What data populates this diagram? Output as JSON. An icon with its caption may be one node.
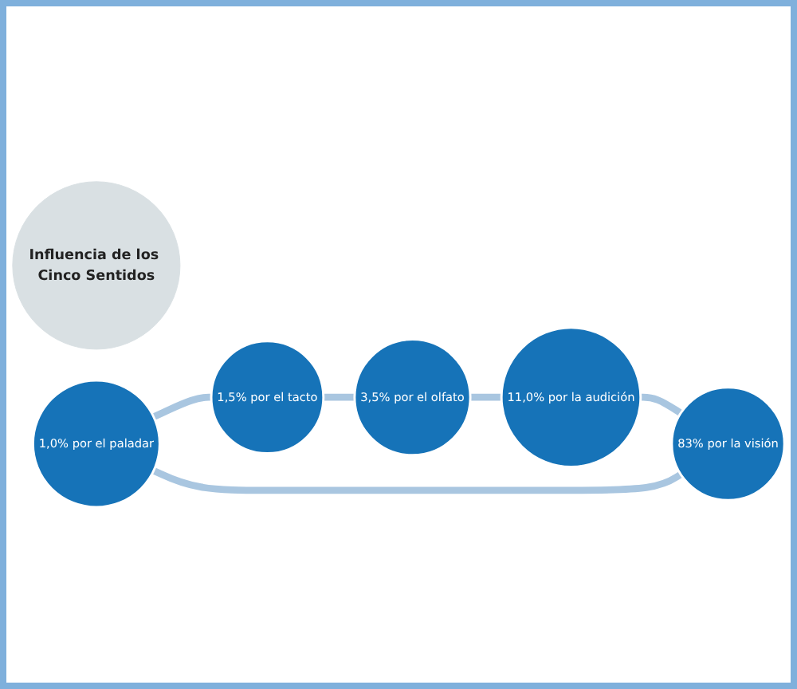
{
  "diagram": {
    "nodes": [
      {
        "text": [
          "Influencia de los Cinco Sentidos"
        ]
      },
      {
        "text": [
          "1,0% por el paladar"
        ]
      },
      {
        "text": [
          "1,5% por el tacto"
        ]
      },
      {
        "text": [
          "3,5% por el olfato"
        ]
      },
      {
        "text": [
          "11,0% por la audición"
        ]
      },
      {
        "text": [
          "83% por la visión"
        ]
      }
    ],
    "edges": [
      {
        "from": 1,
        "to": 2,
        "arrow": "none"
      },
      {
        "from": 2,
        "to": 3,
        "arrow": "none"
      },
      {
        "from": 3,
        "to": 4,
        "arrow": "none"
      },
      {
        "from": 4,
        "to": 5,
        "arrow": "none"
      },
      {
        "from": 5,
        "to": 1,
        "arrow": "none"
      }
    ]
  }
}
